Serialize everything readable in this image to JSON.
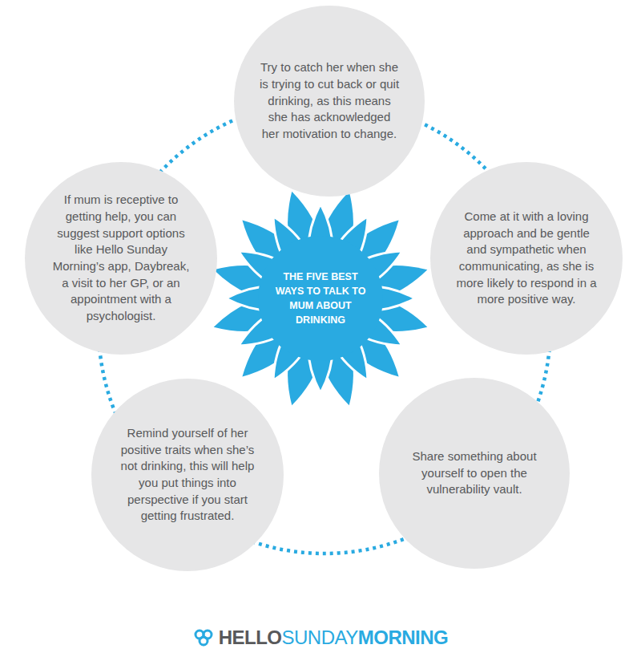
{
  "diagram": {
    "nodes": [
      {
        "text": [
          "THE FIVE BEST WAYS TO TALK TO MUM ABOUT DRINKING"
        ]
      },
      {
        "text": [
          "Try to catch her when she is trying to cut back or quit drinking, as this means she has acknowledged her motivation to change."
        ]
      },
      {
        "text": [
          "Come at it with a loving approach and be gentle and sympathetic when communicating, as she is more likely to respond in a more positive way."
        ]
      },
      {
        "text": [
          "Share something about yourself to open the vulnerability vault."
        ]
      },
      {
        "text": [
          "Remind yourself of her positive traits when she’s not drinking, this will help you put things into perspective if you start getting frustrated."
        ]
      },
      {
        "text": [
          "If mum is receptive to getting help, you can suggest support options like Hello Sunday Morning’s app, Daybreak, a visit to her GP, or an appointment with a psychologist."
        ]
      }
    ],
    "labels": [
      "HELLO",
      "SUNDAY",
      "MORNING"
    ]
  }
}
